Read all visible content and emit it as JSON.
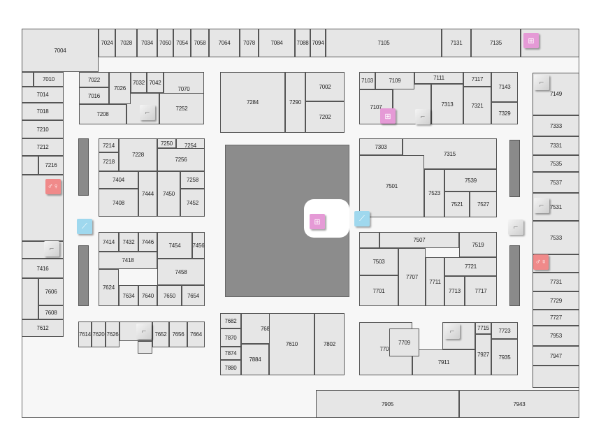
{
  "colors": {
    "store_fill": "#e6e6e6",
    "corridor": "#f7f7f7",
    "core": "#8c8c8c",
    "restroom": "#f08a8a",
    "service": "#e59ad6",
    "escalator": "#9fd8ee"
  },
  "stores": [
    "7004",
    "7024",
    "7028",
    "7034",
    "7050",
    "7054",
    "7058",
    "7064",
    "7078",
    "7084",
    "7088",
    "7094",
    "7105",
    "7131",
    "7135",
    "7010",
    "7014",
    "7018",
    "7210",
    "7212",
    "7216",
    "7416",
    "7606",
    "7608",
    "7612",
    "7022",
    "7016",
    "7026",
    "7032",
    "7042",
    "7070",
    "7208",
    "7252",
    "7214",
    "7218",
    "7228",
    "7250",
    "7254",
    "7256",
    "7404",
    "7444",
    "7408",
    "7450",
    "7258",
    "7452",
    "7414",
    "7432",
    "7446",
    "7454",
    "7456",
    "7418",
    "7458",
    "7624",
    "7634",
    "7640",
    "7650",
    "7654",
    "7614",
    "7620",
    "7626",
    "7652",
    "7656",
    "7664",
    "7284",
    "7290",
    "7002",
    "7202",
    "7103",
    "7109",
    "7107",
    "7111",
    "7313",
    "7117",
    "7321",
    "7143",
    "7329",
    "7303",
    "7315",
    "7501",
    "7523",
    "7539",
    "7521",
    "7527",
    "7507",
    "7519",
    "7503",
    "7707",
    "7711",
    "7721",
    "7713",
    "7701",
    "7717",
    "7703",
    "7911",
    "7709",
    "7715",
    "7723",
    "7927",
    "7935",
    "7682",
    "7870",
    "7874",
    "7880",
    "7686",
    "7884",
    "7610",
    "7802",
    "7149",
    "7333",
    "7331",
    "7535",
    "7537",
    "7531",
    "7533",
    "7731",
    "7729",
    "7727",
    "7953",
    "7947",
    "7905",
    "7943"
  ],
  "icons": [
    {
      "type": "stairs-icon"
    },
    {
      "type": "stairs-icon"
    },
    {
      "type": "stairs-icon"
    },
    {
      "type": "stairs-icon"
    },
    {
      "type": "stairs-icon"
    },
    {
      "type": "stairs-icon"
    },
    {
      "type": "stairs-icon"
    },
    {
      "type": "stairs-icon"
    },
    {
      "type": "restroom-icon"
    },
    {
      "type": "restroom-icon"
    },
    {
      "type": "service-icon"
    },
    {
      "type": "service-icon"
    },
    {
      "type": "service-icon"
    },
    {
      "type": "escalator-icon"
    },
    {
      "type": "escalator-icon"
    }
  ]
}
